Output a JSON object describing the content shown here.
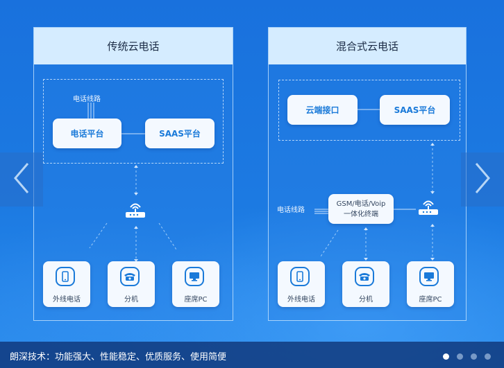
{
  "left_panel": {
    "title": "传统云电话",
    "line_label": "电话线路",
    "phone_platform": "电话平台",
    "saas_platform": "SAAS平台",
    "devices": [
      "外线电话",
      "分机",
      "座席PC"
    ]
  },
  "right_panel": {
    "title": "混合式云电话",
    "cloud_api": "云端接口",
    "saas_platform": "SAAS平台",
    "line_label": "电话线路",
    "terminal_line1": "GSM/电话/Voip",
    "terminal_line2": "一体化终端",
    "devices": [
      "外线电话",
      "分机",
      "座席PC"
    ]
  },
  "footer": {
    "tagline": "朗深技术：功能强大、性能稳定、优质服务、使用简便"
  },
  "carousel": {
    "slide_count": 4,
    "active_slide": 1
  },
  "colors": {
    "accent": "#1a7ad9",
    "header_bg": "#d5ecff",
    "background": "#1c78df"
  },
  "icons": {
    "prev": "chevron-left-icon",
    "next": "chevron-right-icon",
    "router": "router-icon",
    "mobile": "mobile-phone-icon",
    "desk_phone": "desk-phone-icon",
    "monitor": "monitor-icon"
  }
}
